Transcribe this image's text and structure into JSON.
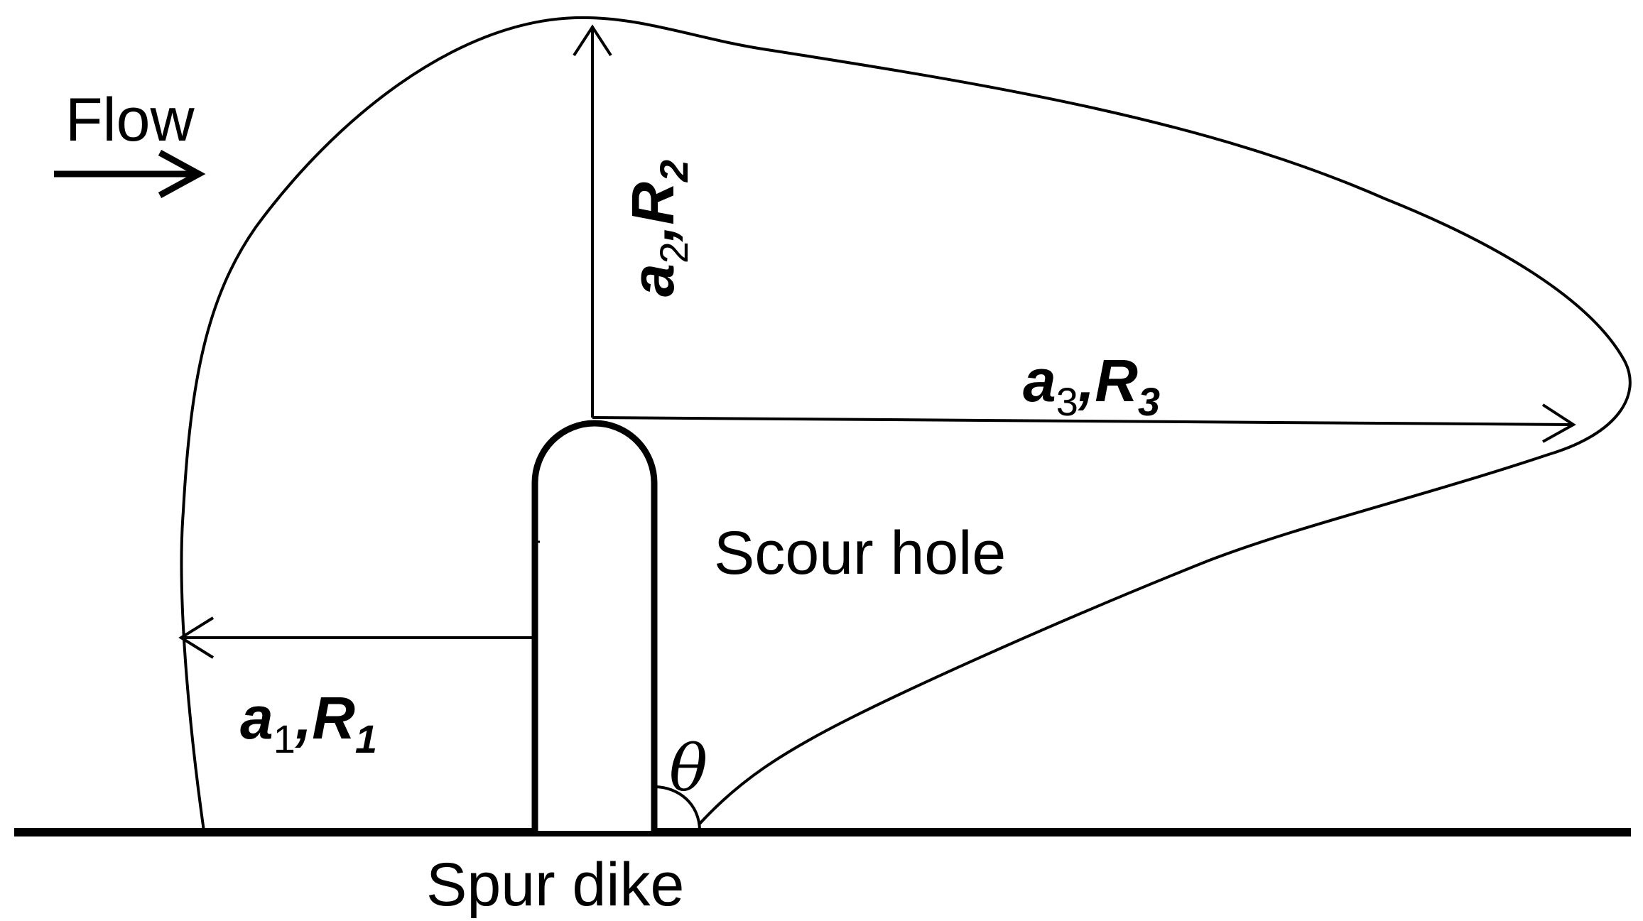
{
  "labels": {
    "flow": "Flow",
    "scour_hole": "Scour hole",
    "spur_dike": "Spur dike",
    "theta": "θ"
  },
  "dimensions": {
    "d1": {
      "a": "a",
      "a_sub": "1",
      "sep": ",",
      "R": "R",
      "R_sub": "1"
    },
    "d2": {
      "a": "a",
      "a_sub": "2",
      "sep": ",",
      "R": "R",
      "R_sub": "2"
    },
    "d3": {
      "a": "a",
      "a_sub": "3",
      "sep": ",",
      "R": "R",
      "R_sub": "3"
    }
  },
  "colors": {
    "stroke": "#000000",
    "background": "#ffffff"
  }
}
